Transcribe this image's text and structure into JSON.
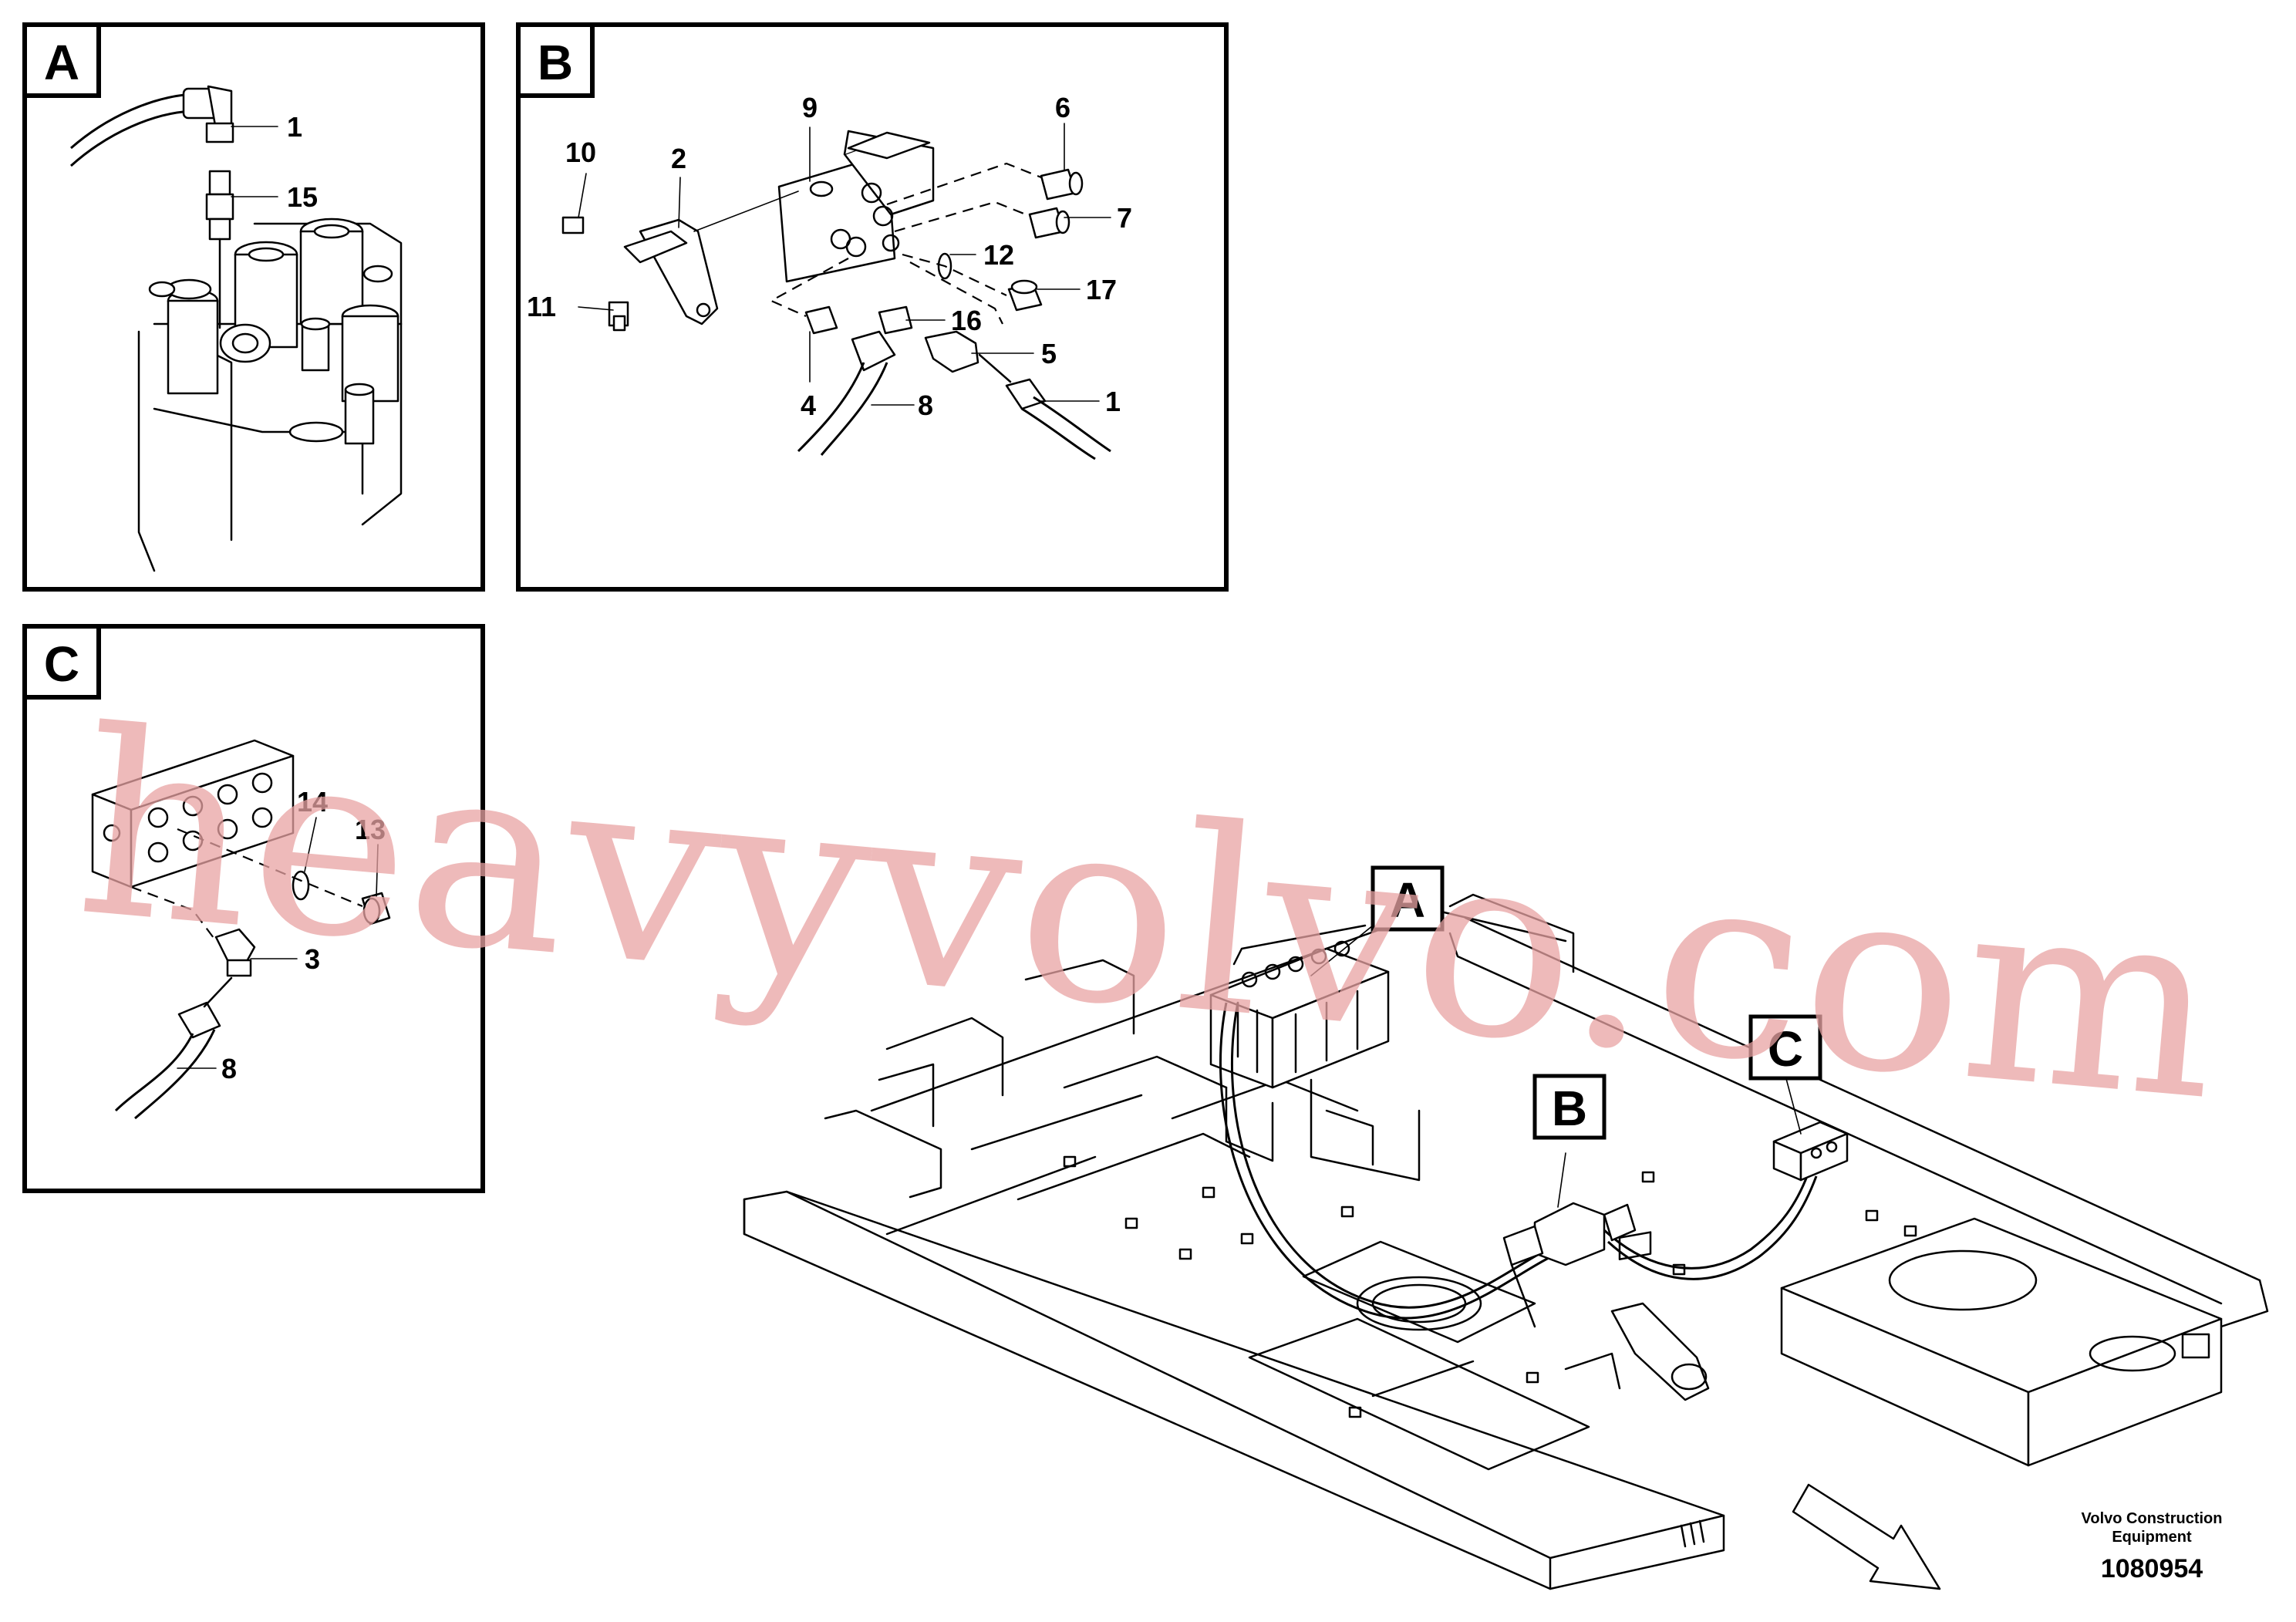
{
  "panels": {
    "A": {
      "label": "A",
      "callouts": [
        "1",
        "15"
      ]
    },
    "B": {
      "label": "B",
      "callouts": [
        "9",
        "6",
        "10",
        "2",
        "7",
        "12",
        "17",
        "11",
        "16",
        "5",
        "4",
        "8",
        "1"
      ]
    },
    "C": {
      "label": "C",
      "callouts": [
        "14",
        "13",
        "3",
        "8"
      ]
    }
  },
  "main_view": {
    "tags": [
      "A",
      "B",
      "C"
    ]
  },
  "watermark": "heavyvolvo.com",
  "footer": {
    "company_line1": "Volvo Construction",
    "company_line2": "Equipment",
    "drawing_number": "1080954"
  },
  "colors": {
    "line": "#000000",
    "watermark": "#e8a3a3",
    "background": "#ffffff"
  }
}
